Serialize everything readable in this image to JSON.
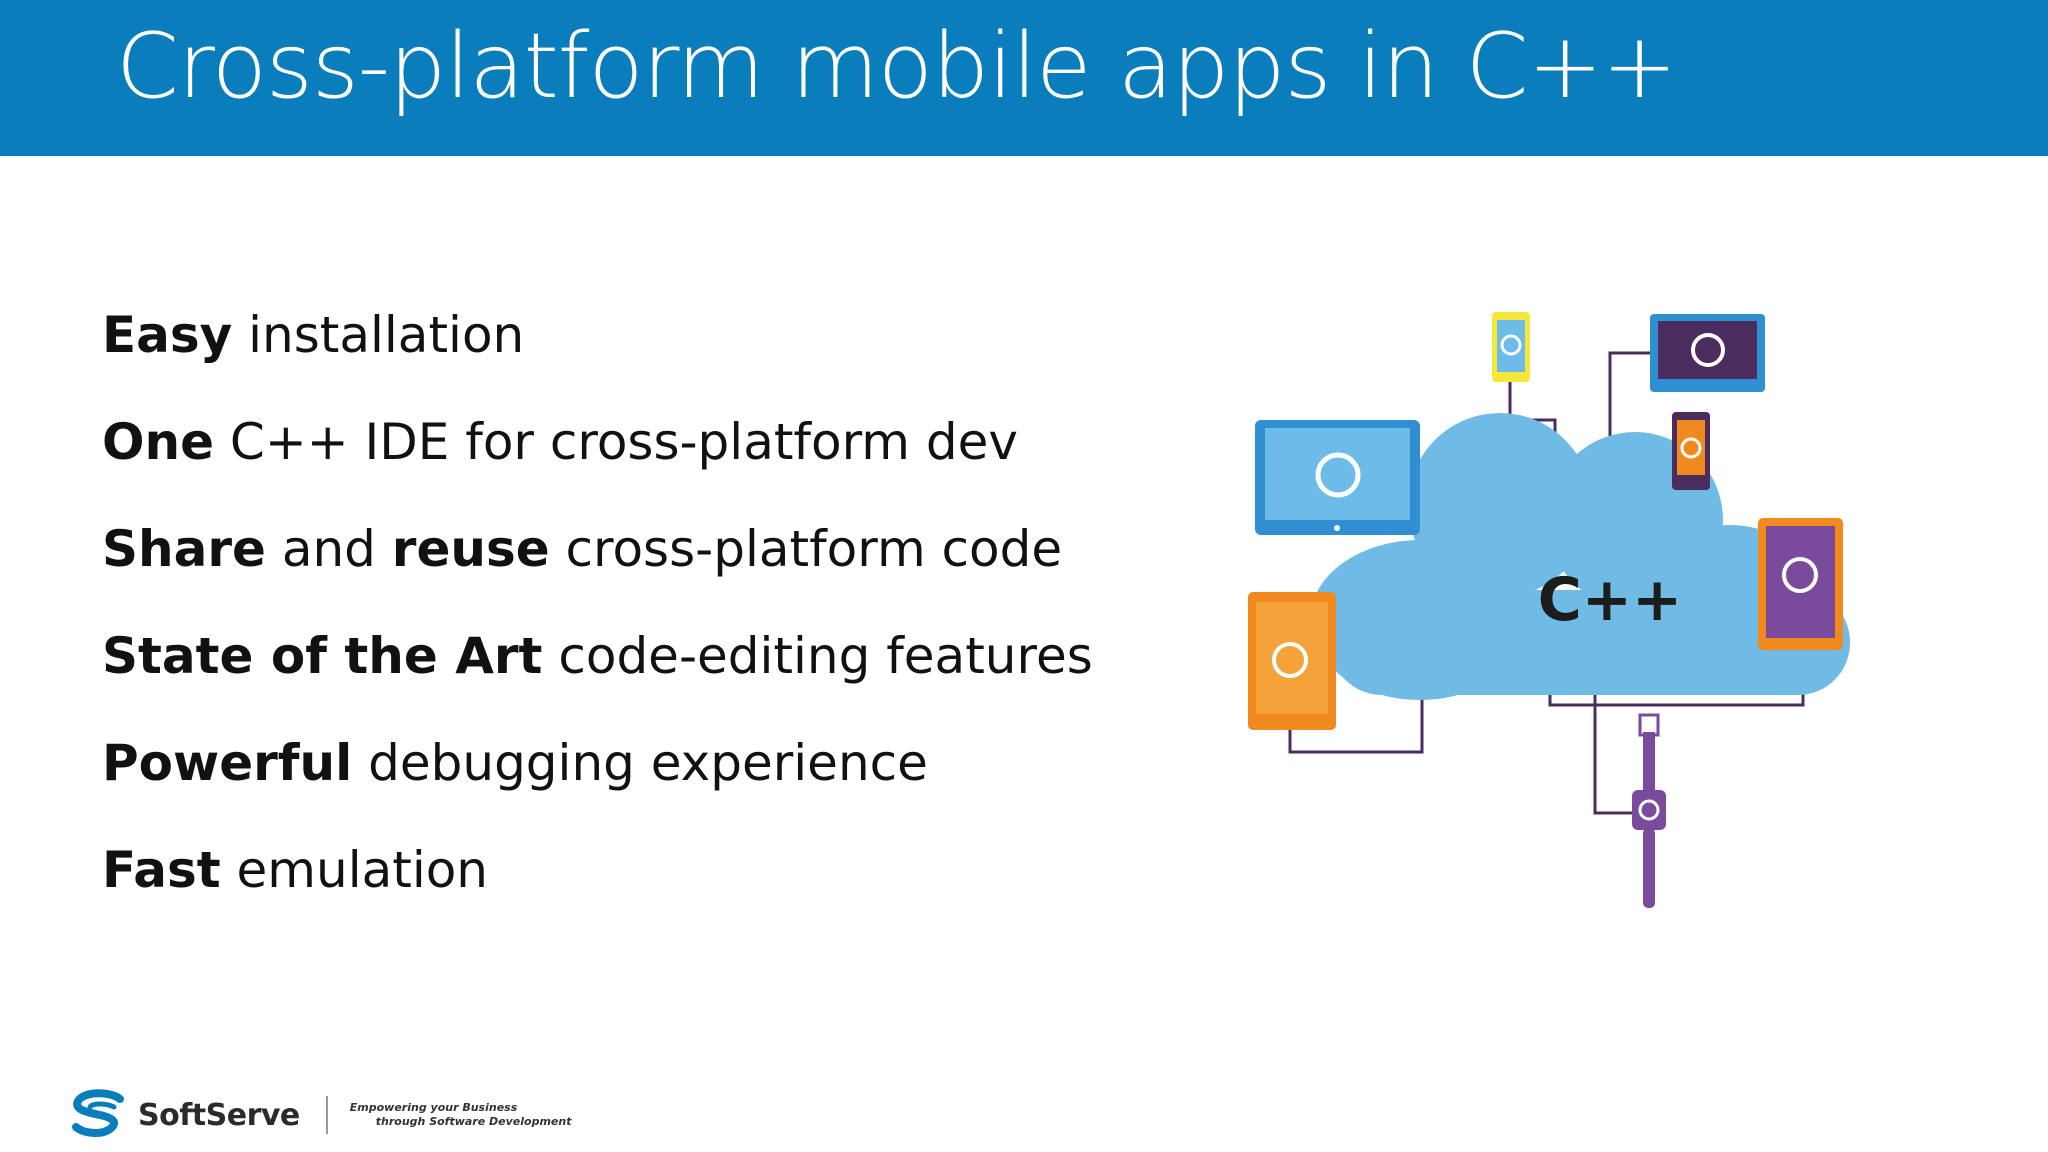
{
  "slide": {
    "title": "Cross-platform mobile apps in C++",
    "bullets": [
      {
        "bold": "Easy",
        "rest": " installation"
      },
      {
        "bold": "One",
        "rest": " C++ IDE for cross-platform dev"
      },
      {
        "bold": "Share",
        "mid": " and ",
        "bold2": "reuse",
        "rest": " cross-platform code"
      },
      {
        "bold": "State of the Art",
        "rest": " code-editing features"
      },
      {
        "bold": "Powerful",
        "rest": " debugging experience"
      },
      {
        "bold": "Fast",
        "rest": " emulation"
      }
    ],
    "cloud_label": "C++",
    "footer": {
      "company": "SoftServe",
      "tagline_line1": "Empowering your Business",
      "tagline_line2": "through Software Development"
    }
  },
  "colors": {
    "title_bar": "#0a7dbd",
    "cloud": "#6fbbe6",
    "device_blue": "#2f8fd0",
    "device_yellow": "#f6e83a",
    "device_orange": "#f08a1e",
    "device_purple": "#7a4b9c",
    "connector": "#4a2c5e"
  }
}
